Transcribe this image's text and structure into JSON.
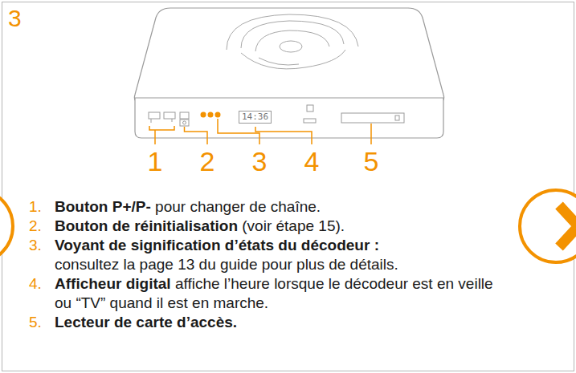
{
  "diagram": {
    "labels": [
      "3",
      "14:36",
      "1",
      "2",
      "3",
      "4",
      "5",
      "1.",
      "Bouton P+/P-",
      "pour changer de chaîne.",
      "2.",
      "Bouton de réinitialisation",
      "(voir étape 15).",
      "3.",
      "Voyant de signification d’états du décodeur :",
      "consultez la page 13 du guide pour plus de détails.",
      "4.",
      "Afficheur digital",
      "affiche l’heure lorsque le décodeur est en veille ou “TV” quand il est en marche.",
      "5.",
      "Lecteur de carte d’accès."
    ]
  }
}
